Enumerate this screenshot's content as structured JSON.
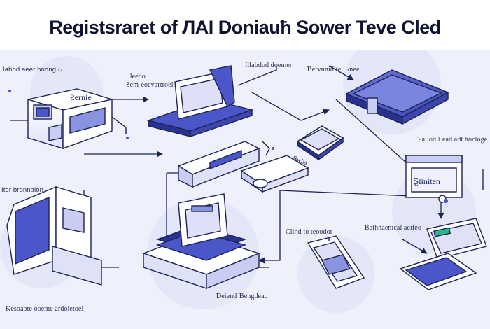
{
  "title": "Registsraret of ЛAI Donіauћ Sower Teve  Cled",
  "labels": {
    "top_left": "Iabod aeer hoong ‹›",
    "screen_left": "Ƨernie",
    "top_center_left_1": "Ɩeedo",
    "top_center_left_2": "Ƨem-eoevartroel",
    "top_center": "Illabdod doemer",
    "top_right": "Ɓervnnidite · ‹nee",
    "right_mid": "Ƥaliod l·ead adt hocloge",
    "right_screen": "Ȿliniten",
    "left_mid": "Iter bronnalon",
    "center_device": "Ꞩwlia",
    "bottom_center_right": "Cilnd to teoodor",
    "bottom_right": "Ɓathnaenical aeifeo",
    "bottom_center": "Ɗeiend Ɓengdead",
    "bottom_left": "Kesoabte ooeme ardoletoel"
  },
  "colors": {
    "background": "#eef0fb",
    "ink": "#1c2354",
    "accent": "#4b56c8",
    "light_accent": "#c9cdf3",
    "green": "#2bb58a"
  }
}
